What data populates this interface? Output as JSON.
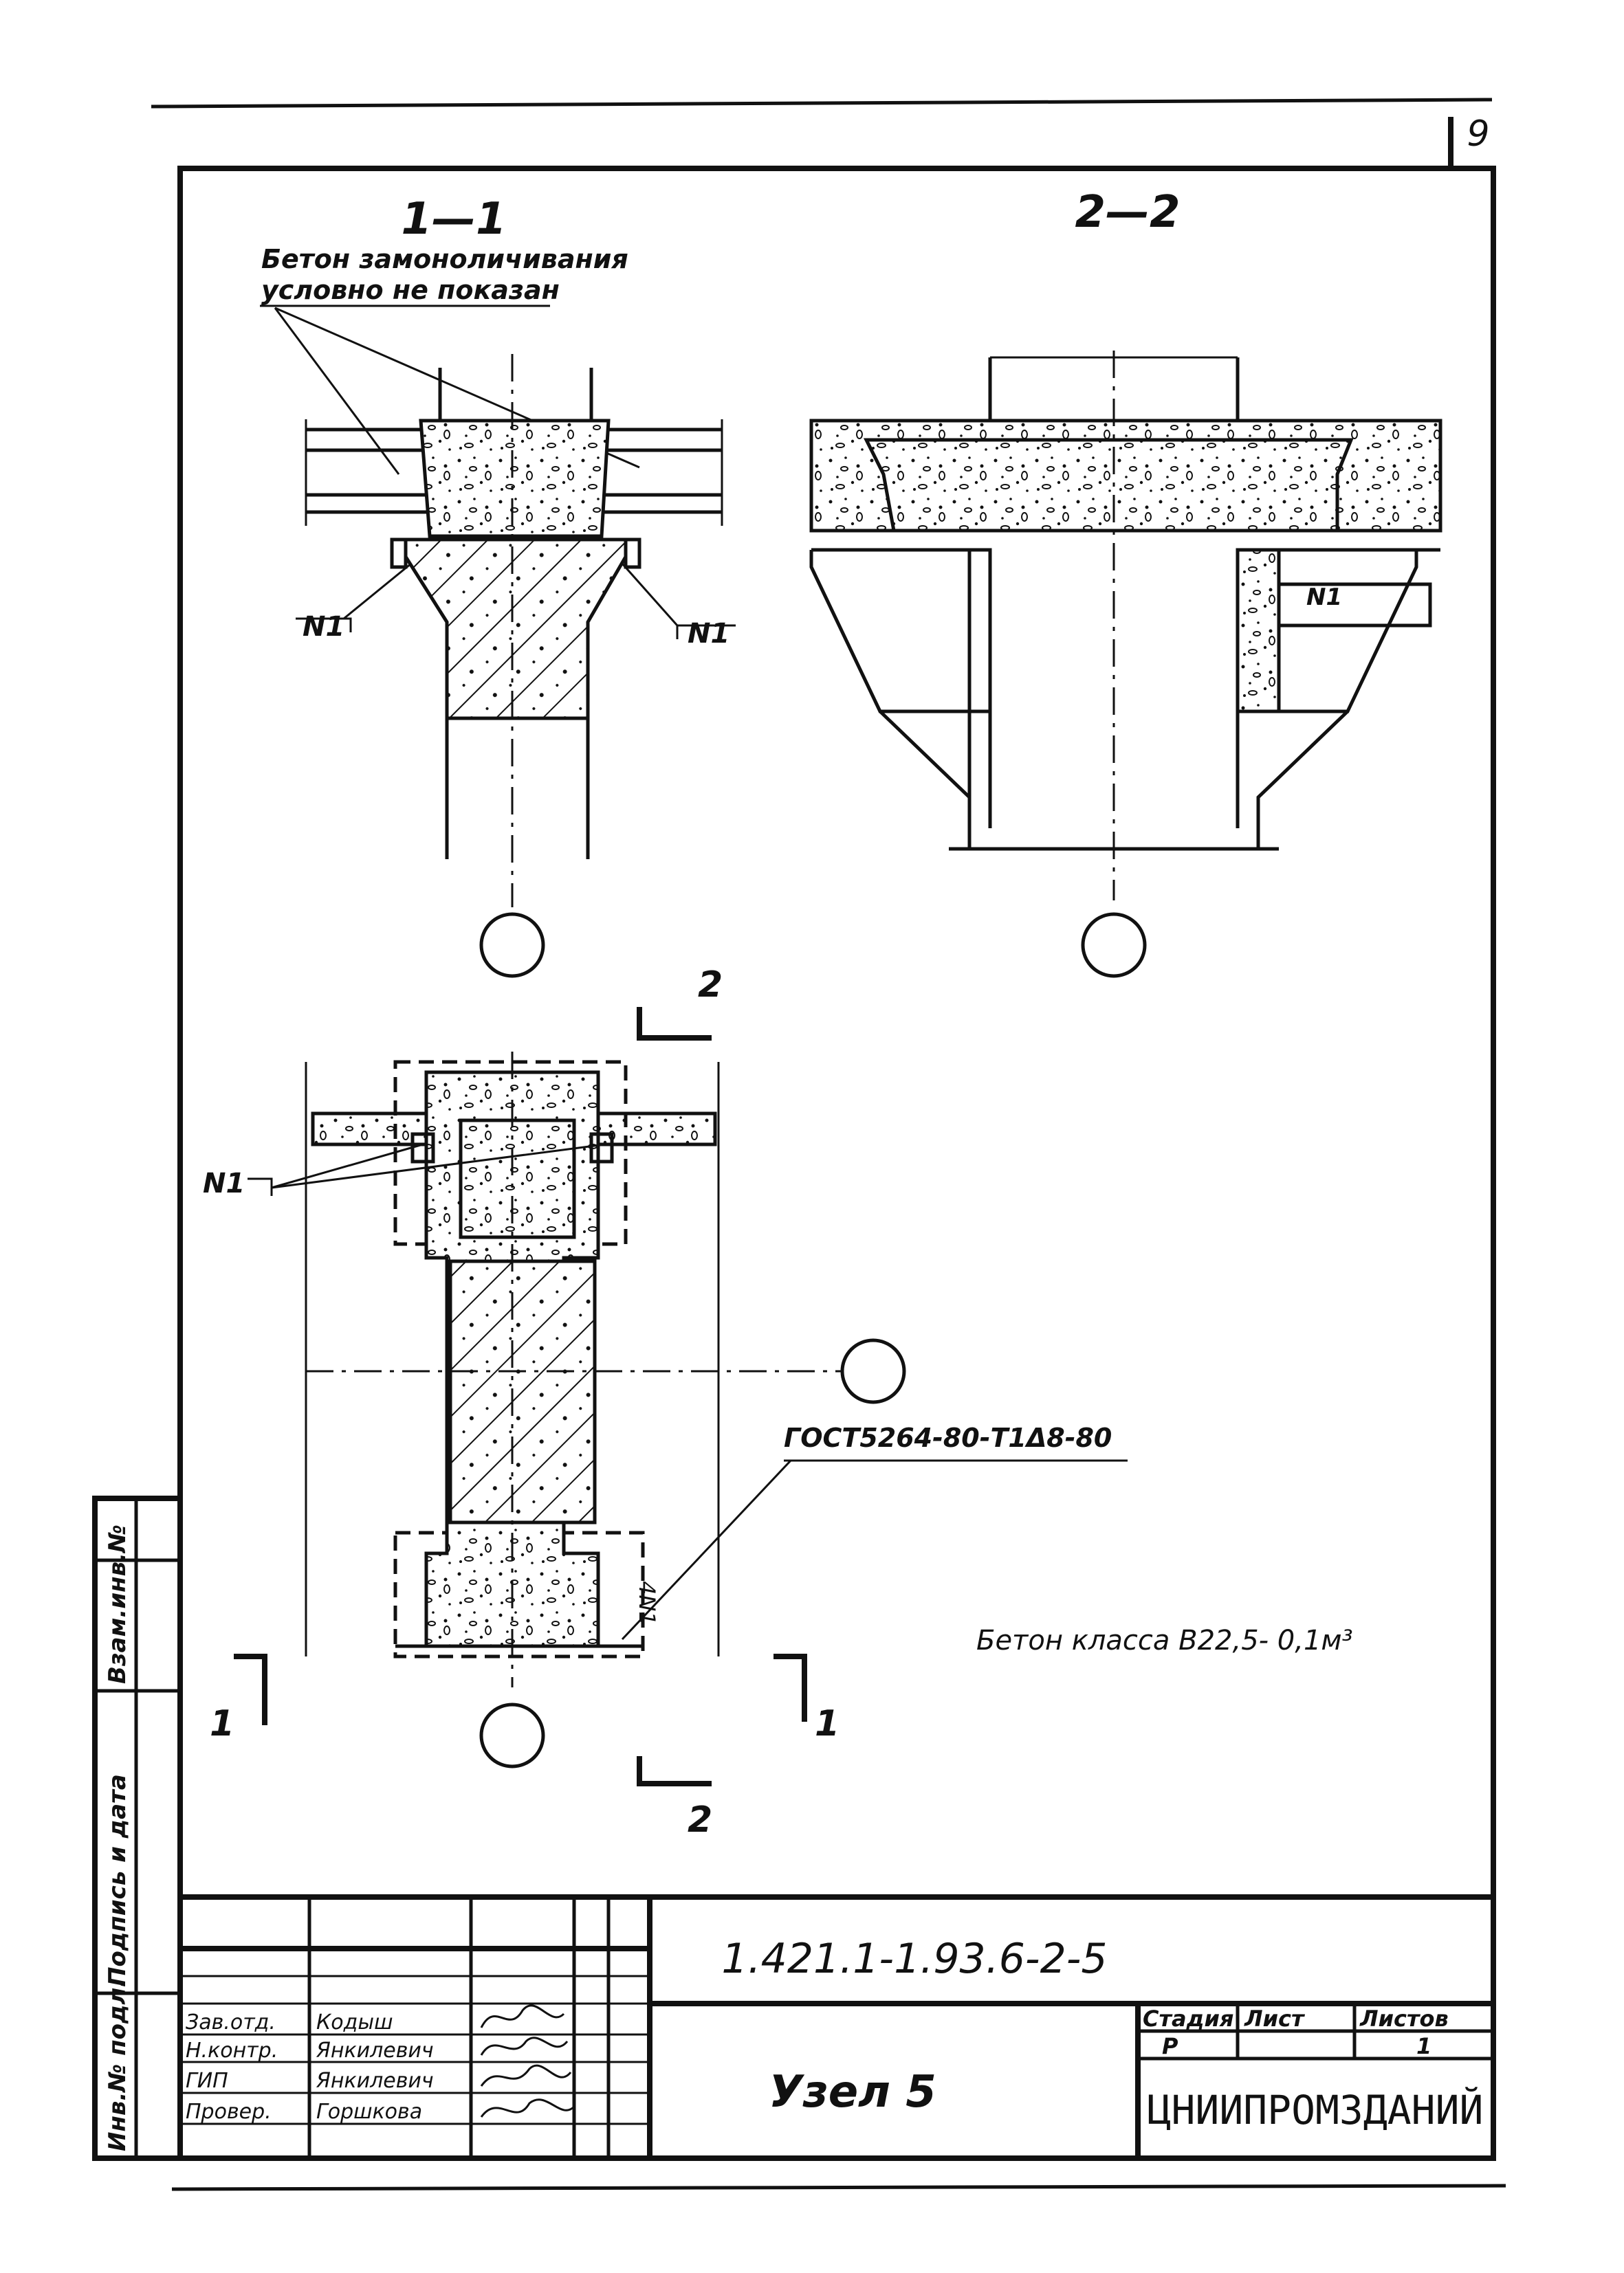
{
  "page_number": "9",
  "sections": {
    "s1": "1—1",
    "s2": "2—2"
  },
  "notes": {
    "concrete_line1": "Бетон замоноличивания",
    "concrete_line2": "условно не показан",
    "gost": "ГОСТ5264-80-Т1Δ8-80",
    "concrete_class": "Бетон класса В22,5- 0,1м³",
    "weld_count": "4N1"
  },
  "marks": {
    "n1": "N1",
    "cut1": "1",
    "cut2": "2"
  },
  "binding_strip": {
    "col1": "Инв.№ подл.",
    "col2": "Подпись и дата",
    "col3": "Взам.инв.№"
  },
  "title_block": {
    "designation": "1.421.1-1.93.6-2-5",
    "sheet_title": "Узел 5",
    "roles": [
      "Зав.отд.",
      "Н.контр.",
      "ГИП",
      "Провер."
    ],
    "names": [
      "Кодыш",
      "Янкилевич",
      "Янкилевич",
      "Горшкова"
    ],
    "stage_label": "Стадия",
    "sheet_label": "Лист",
    "sheets_label": "Листов",
    "stage": "Р",
    "sheets": "1",
    "organization": "ЦНИИПРОМЗДАНИЙ"
  }
}
